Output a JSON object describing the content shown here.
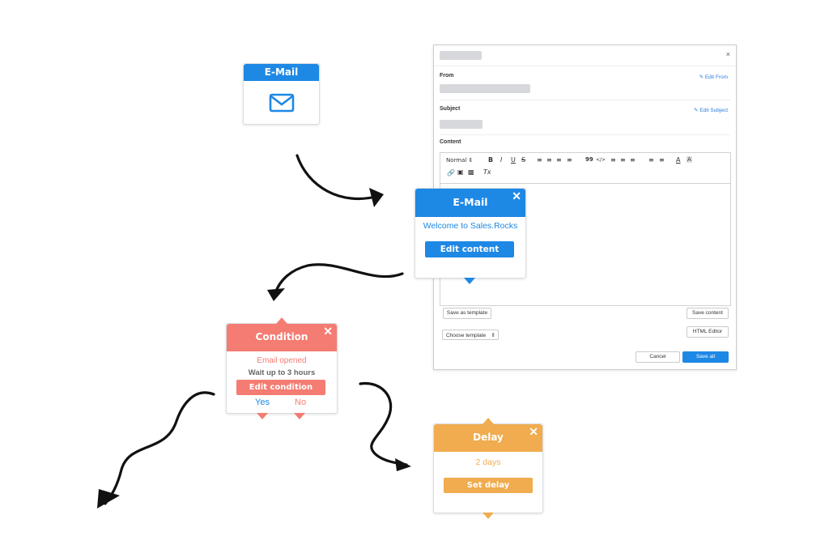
{
  "email_node": {
    "title": "E-Mail",
    "icon": "envelope-icon",
    "color": "#1e88e5"
  },
  "editor": {
    "close": "×",
    "from_label": "From",
    "edit_from": "Edit From",
    "subject_label": "Subject",
    "edit_subject": "Edit Subject",
    "content_label": "Content",
    "toolbar": {
      "format_select": "Normal",
      "bold": "B",
      "italic": "I",
      "underline": "U",
      "strike": "S",
      "quote": "99",
      "code": "</>",
      "color": "A",
      "background": "A",
      "clear_format": "Tx"
    },
    "save_as_template": "Save as template",
    "save_content": "Save content",
    "choose_template": "Choose template",
    "html_editor": "HTML Editor",
    "cancel": "Cancel",
    "save_all": "Save all"
  },
  "email_popup": {
    "title": "E-Mail",
    "close": "✕",
    "subject": "Welcome to Sales.Rocks",
    "button": "Edit content",
    "color": "#1e88e5"
  },
  "condition_node": {
    "title": "Condition",
    "close": "✕",
    "event": "Email opened",
    "wait": "Wait up to 3 hours",
    "button": "Edit condition",
    "yes": "Yes",
    "no": "No",
    "color": "#f47c72"
  },
  "delay_node": {
    "title": "Delay",
    "close": "✕",
    "value": "2 days",
    "button": "Set delay",
    "color": "#f0ac4e"
  }
}
